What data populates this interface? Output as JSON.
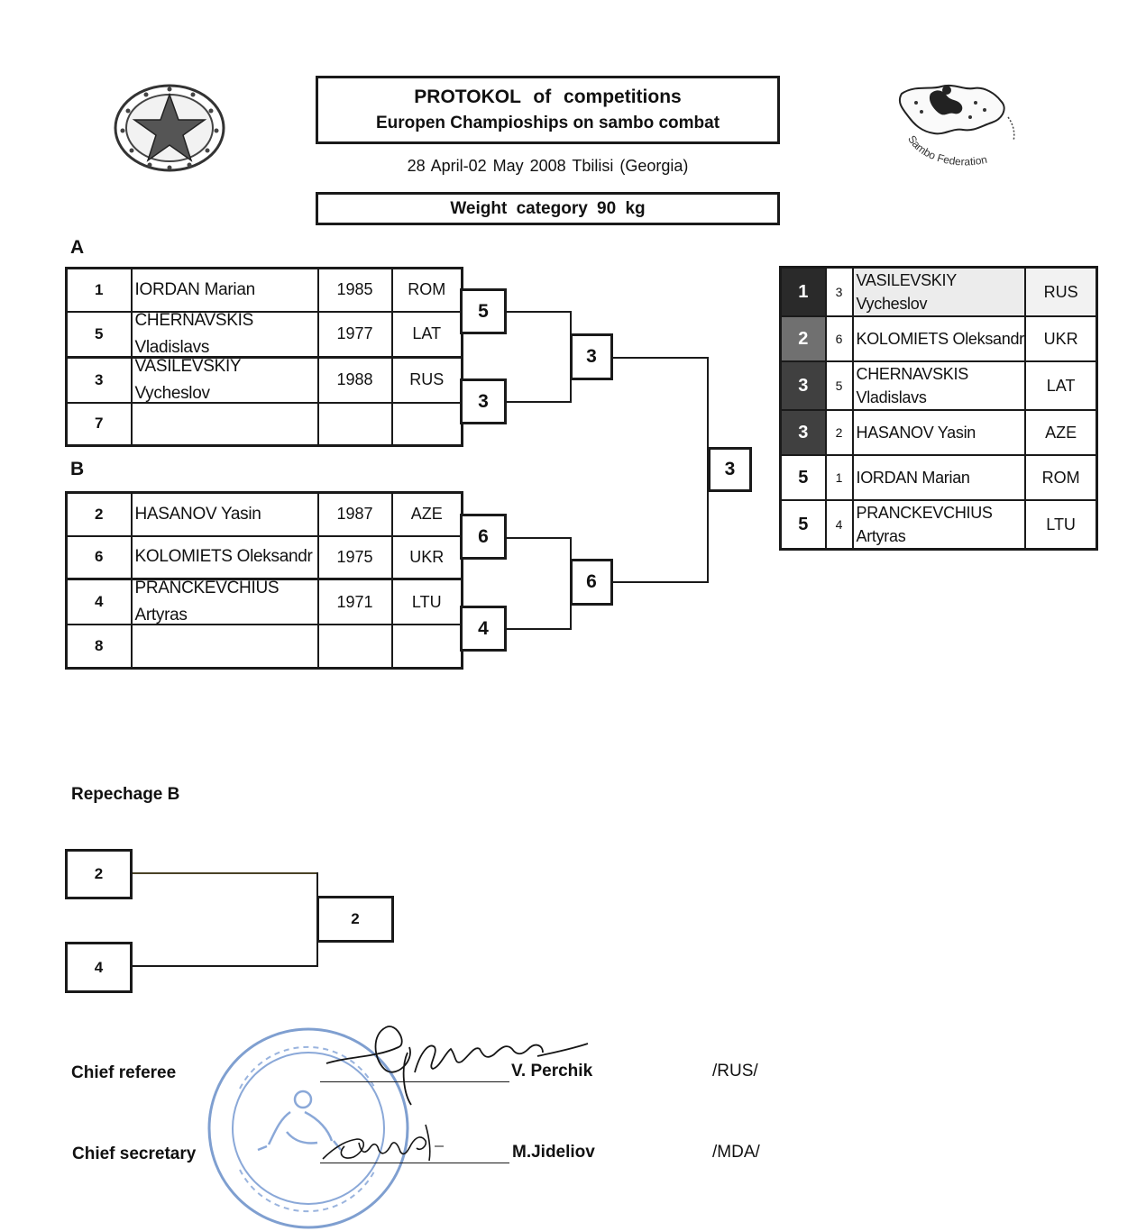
{
  "header": {
    "title_line1": "PROTOKOL  of competitions",
    "title_line2": "Europen Champioships on sambo combat",
    "dates_location": "28 April-02 May 2008   Tbilisi (Georgia)",
    "weight_category": "Weight category   90  kg",
    "federation_logo_text": "Sambo Federation"
  },
  "pool_a": {
    "label": "A",
    "rows": [
      {
        "seed": "1",
        "name": "IORDAN Marian",
        "year": "1985",
        "country": "ROM"
      },
      {
        "seed": "5",
        "name_l1": "CHERNAVSKIS",
        "name_l2": "Vladislavs",
        "year": "1977",
        "country": "LAT"
      },
      {
        "seed": "3",
        "name_l1": "VASILEVSKIY",
        "name_l2": "Vycheslov",
        "year": "1988",
        "country": "RUS"
      },
      {
        "seed": "7",
        "name": "",
        "year": "",
        "country": ""
      }
    ],
    "round1_winners": [
      "5",
      "3"
    ],
    "pool_winner": "3"
  },
  "pool_b": {
    "label": "B",
    "rows": [
      {
        "seed": "2",
        "name": "HASANOV Yasin",
        "year": "1987",
        "country": "AZE"
      },
      {
        "seed": "6",
        "name": "KOLOMIETS Oleksandr",
        "year": "1975",
        "country": "UKR"
      },
      {
        "seed": "4",
        "name_l1": "PRANCKEVCHIUS",
        "name_l2": "Artyras",
        "year": "1971",
        "country": "LTU"
      },
      {
        "seed": "8",
        "name": "",
        "year": "",
        "country": ""
      }
    ],
    "round1_winners": [
      "6",
      "4"
    ],
    "pool_winner": "6"
  },
  "final_winner": "3",
  "results": [
    {
      "place": "1",
      "seed": "3",
      "name_l1": "VASILEVSKIY",
      "name_l2": "Vycheslov",
      "country": "RUS"
    },
    {
      "place": "2",
      "seed": "6",
      "name": "KOLOMIETS Oleksandr",
      "country": "UKR"
    },
    {
      "place": "3",
      "seed": "5",
      "name_l1": "CHERNAVSKIS",
      "name_l2": "Vladislavs",
      "country": "LAT"
    },
    {
      "place": "3",
      "seed": "2",
      "name": "HASANOV Yasin",
      "country": "AZE"
    },
    {
      "place": "5",
      "seed": "1",
      "name": "IORDAN Marian",
      "country": "ROM"
    },
    {
      "place": "5",
      "seed": "4",
      "name_l1": "PRANCKEVCHIUS",
      "name_l2": "Artyras",
      "country": "LTU"
    }
  ],
  "repechage": {
    "label": "Repechage B",
    "top": "2",
    "bottom": "4",
    "winner": "2"
  },
  "officials": [
    {
      "role": "Chief referee",
      "name": "V. Perchik",
      "country": "/RUS/"
    },
    {
      "role": "Chief secretary",
      "name": "M.Jideliov",
      "country": "/MDA/"
    }
  ],
  "colors": {
    "ink": "#1a1a1a",
    "stamp": "#7f9fd0",
    "place1": "#2a2a2a",
    "place2": "#707070",
    "place3": "#404040"
  }
}
